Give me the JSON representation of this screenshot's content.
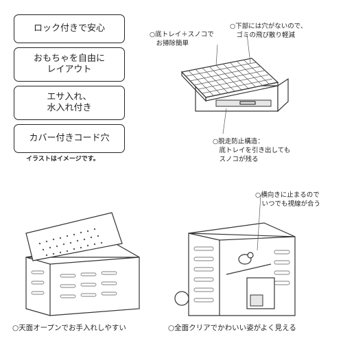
{
  "features": [
    {
      "label": "ロック付きで安心"
    },
    {
      "label": "おもちゃを自由に\nレイアウト"
    },
    {
      "label": "エサ入れ、\n水入れ付き"
    },
    {
      "label": "カバー付きコード穴"
    }
  ],
  "disclaimer": "イラストはイメージです。",
  "callouts": {
    "tray_cleaning": "○底トレイ＋スノコで\n　お掃除簡単",
    "no_holes_bottom": "○下部には穴がないので、\n　ゴミの飛び散り軽減",
    "anti_escape": "○脱走防止構造：\n　底トレイを引き出しても\n　スノコが残る",
    "perch_eye_level": "○横向きに止まるので\n　いつでも視線が合う"
  },
  "captions": {
    "top_open": "○天面オープンでお手入れしやすい",
    "front_clear": "○全面クリアでかわいい姿がよく見える"
  }
}
